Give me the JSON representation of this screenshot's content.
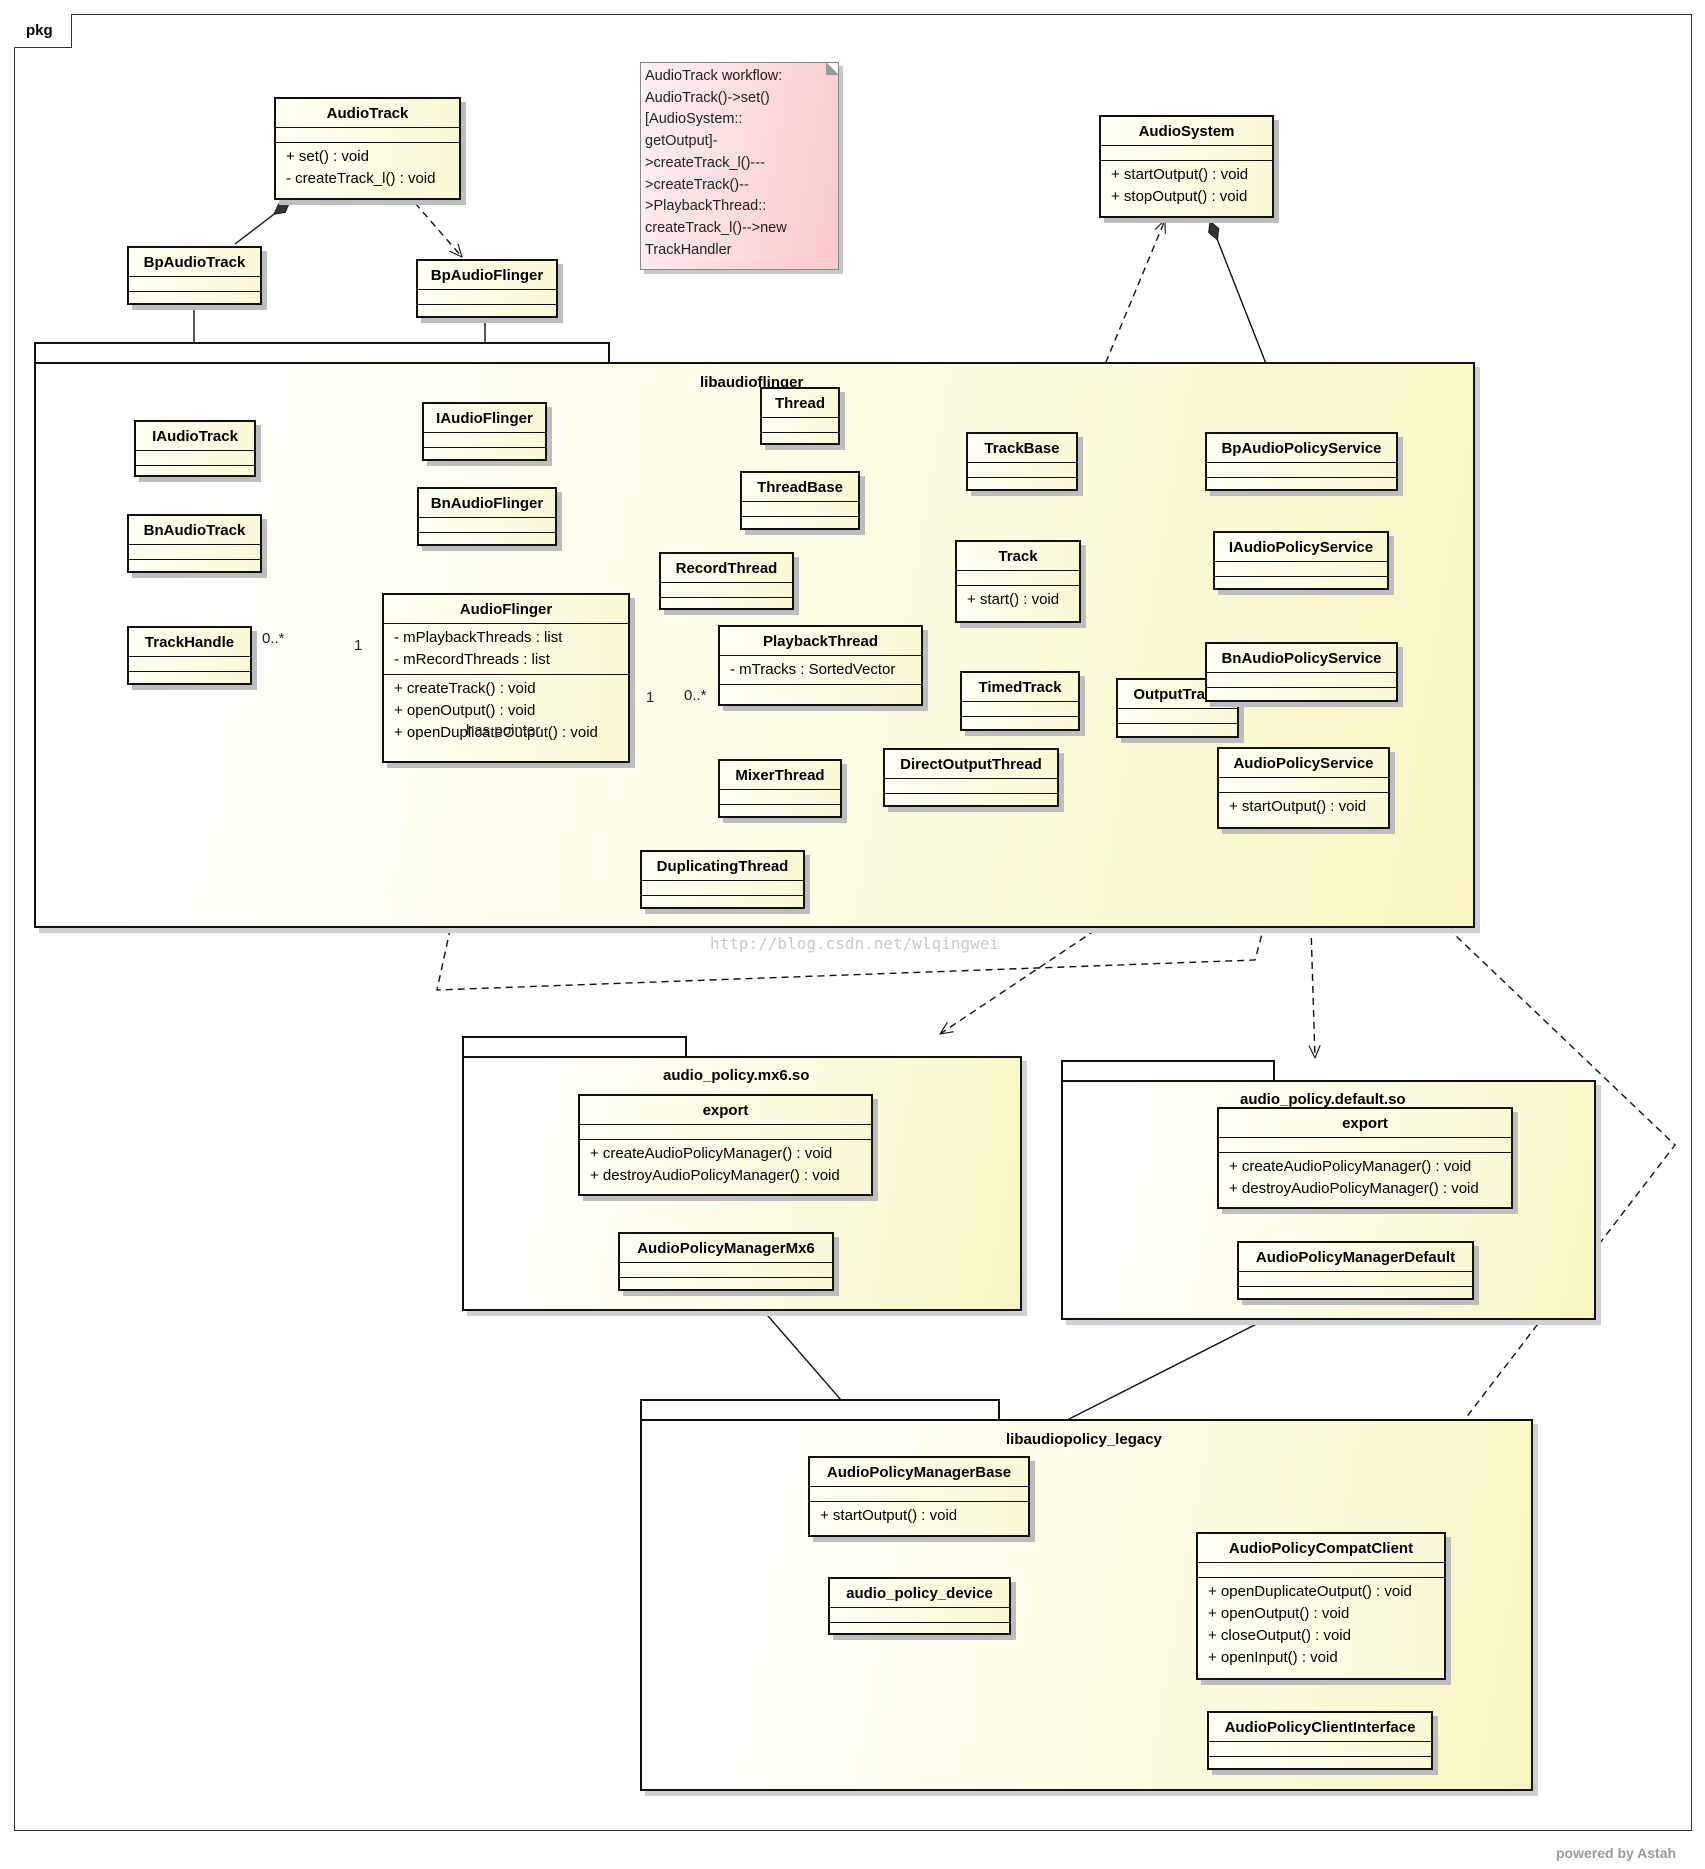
{
  "frame": {
    "title": "pkg"
  },
  "note": {
    "lines": [
      "AudioTrack workflow:",
      "AudioTrack()->set()",
      "[AudioSystem::",
      "getOutput]-",
      ">createTrack_l()---",
      ">createTrack()--",
      ">PlaybackThread::",
      "createTrack_l()-->new",
      "TrackHandler"
    ]
  },
  "packages": {
    "libaudioflinger": "libaudioflinger",
    "mx6": "audio_policy.mx6.so",
    "default": "audio_policy.default.so",
    "legacy": "libaudiopolicy_legacy"
  },
  "classes": {
    "AudioTrack": {
      "name": "AudioTrack",
      "attrs": [],
      "ops": [
        "+ set() : void",
        "- createTrack_l() : void"
      ]
    },
    "BpAudioTrack": {
      "name": "BpAudioTrack"
    },
    "BpAudioFlinger": {
      "name": "BpAudioFlinger"
    },
    "AudioSystem": {
      "name": "AudioSystem",
      "attrs": [],
      "ops": [
        "+ startOutput() : void",
        "+ stopOutput() : void"
      ]
    },
    "IAudioTrack": {
      "name": "IAudioTrack"
    },
    "BnAudioTrack": {
      "name": "BnAudioTrack"
    },
    "TrackHandle": {
      "name": "TrackHandle"
    },
    "IAudioFlinger": {
      "name": "IAudioFlinger"
    },
    "BnAudioFlinger": {
      "name": "BnAudioFlinger"
    },
    "AudioFlinger": {
      "name": "AudioFlinger",
      "attrs": [
        "- mPlaybackThreads : list",
        "- mRecordThreads : list"
      ],
      "ops": [
        "+ createTrack() : void",
        "+ openOutput() : void",
        "+ openDuplicateOutput() : void"
      ]
    },
    "Thread": {
      "name": "Thread"
    },
    "ThreadBase": {
      "name": "ThreadBase"
    },
    "RecordThread": {
      "name": "RecordThread"
    },
    "PlaybackThread": {
      "name": "PlaybackThread",
      "attrs": [
        "- mTracks : SortedVector"
      ]
    },
    "MixerThread": {
      "name": "MixerThread"
    },
    "DuplicatingThread": {
      "name": "DuplicatingThread"
    },
    "DirectOutputThread": {
      "name": "DirectOutputThread"
    },
    "TrackBase": {
      "name": "TrackBase"
    },
    "Track": {
      "name": "Track",
      "attrs": [],
      "ops": [
        "+ start() : void"
      ]
    },
    "TimedTrack": {
      "name": "TimedTrack"
    },
    "OutputTrack": {
      "name": "OutputTrack"
    },
    "BpAudioPolicyService": {
      "name": "BpAudioPolicyService"
    },
    "IAudioPolicyService": {
      "name": "IAudioPolicyService"
    },
    "BnAudioPolicyService": {
      "name": "BnAudioPolicyService"
    },
    "AudioPolicyService": {
      "name": "AudioPolicyService",
      "attrs": [],
      "ops": [
        "+ startOutput() : void"
      ]
    },
    "exportMx6": {
      "name": "export",
      "attrs": [],
      "ops": [
        "+ createAudioPolicyManager() : void",
        "+ destroyAudioPolicyManager() : void"
      ]
    },
    "AudioPolicyManagerMx6": {
      "name": "AudioPolicyManagerMx6"
    },
    "exportDefault": {
      "name": "export",
      "attrs": [],
      "ops": [
        "+ createAudioPolicyManager() : void",
        "+ destroyAudioPolicyManager() : void"
      ]
    },
    "AudioPolicyManagerDefault": {
      "name": "AudioPolicyManagerDefault"
    },
    "AudioPolicyManagerBase": {
      "name": "AudioPolicyManagerBase",
      "attrs": [],
      "ops": [
        "+ startOutput() : void"
      ]
    },
    "audio_policy_device": {
      "name": "audio_policy_device"
    },
    "AudioPolicyCompatClient": {
      "name": "AudioPolicyCompatClient",
      "attrs": [],
      "ops": [
        "+ openDuplicateOutput() : void",
        "+ openOutput() : void",
        "+ closeOutput() : void",
        "+ openInput() : void"
      ]
    },
    "AudioPolicyClientInterface": {
      "name": "AudioPolicyClientInterface"
    }
  },
  "labels": {
    "trackHandleMult": "0..*",
    "audioFlingerMult1": "1",
    "playbackMult1": "1",
    "playbackMultMany": "0..*",
    "hasPointer": "has pointer"
  },
  "watermark": "http://blog.csdn.net/wlqingwei",
  "footer": "powered by Astah"
}
